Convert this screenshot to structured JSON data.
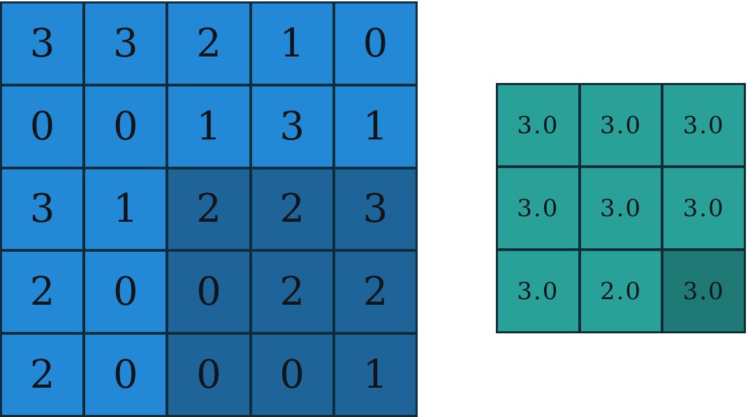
{
  "input_matrix": {
    "rows": [
      [
        3,
        3,
        2,
        1,
        0
      ],
      [
        0,
        0,
        1,
        3,
        1
      ],
      [
        3,
        1,
        2,
        2,
        3
      ],
      [
        2,
        0,
        0,
        2,
        2
      ],
      [
        2,
        0,
        0,
        0,
        1
      ]
    ],
    "highlight_window": {
      "row_start": 2,
      "col_start": 2,
      "size": 3
    },
    "colors": {
      "cell": "#2389d7",
      "highlight": "#1e6499",
      "border": "#0f2c3b"
    }
  },
  "output_matrix": {
    "rows": [
      [
        "3.0",
        "3.0",
        "3.0"
      ],
      [
        "3.0",
        "3.0",
        "3.0"
      ],
      [
        "3.0",
        "2.0",
        "3.0"
      ]
    ],
    "highlight_cell": {
      "row": 2,
      "col": 2
    },
    "colors": {
      "cell": "#2aa198",
      "highlight": "#1f7a75",
      "border": "#0f2c3b"
    }
  }
}
